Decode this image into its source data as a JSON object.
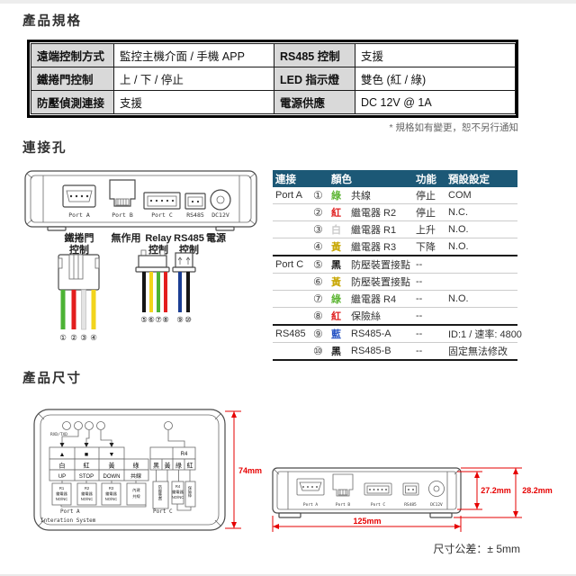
{
  "colors": {
    "table_header_bg": "#1C5876",
    "dimension_red": "#E60000",
    "wire": {
      "green": "#4CB335",
      "red": "#E31E1E",
      "white": "#E4E4E4",
      "yellow": "#F2D41C",
      "black": "#161616",
      "blue": "#1B3E93"
    }
  },
  "sections": {
    "specs": {
      "title": "產品規格",
      "note": "* 規格如有變更，恕不另行通知"
    },
    "connectors": {
      "title": "連接孔"
    },
    "dims": {
      "title": "產品尺寸",
      "tolerance": "尺寸公差：± 5mm"
    }
  },
  "spec_table": {
    "rows": [
      {
        "k1": "遠端控制方式",
        "v1": "監控主機介面 / 手機 APP",
        "k2": "RS485 控制",
        "v2": "支援"
      },
      {
        "k1": "鐵捲門控制",
        "v1": "上 / 下 / 停止",
        "k2": "LED 指示燈",
        "v2": "雙色 (紅 / 綠)"
      },
      {
        "k1": "防壓偵測連接",
        "v1": "支援",
        "k2": "電源供應",
        "v2": "DC 12V @ 1A"
      }
    ]
  },
  "back_panel": {
    "ports": [
      "Port A",
      "Port B",
      "Port C",
      "RS485",
      "DC12V"
    ],
    "functions": [
      {
        "l1": "鐵捲門",
        "l2": "控制"
      },
      {
        "l1": "無作用",
        "l2": ""
      },
      {
        "l1": "Relay",
        "l2": "控制"
      },
      {
        "l1": "RS485",
        "l2": "控制"
      },
      {
        "l1": "電源",
        "l2": ""
      }
    ],
    "connectors": {
      "a": [
        "①",
        "②",
        "③",
        "④"
      ],
      "b": [
        "⑤",
        "⑥",
        "⑦",
        "⑧"
      ],
      "c": [
        "⑨",
        "⑩"
      ]
    }
  },
  "conn_table": {
    "headers": {
      "conn": "連接",
      "color": "顏色",
      "func": "功能",
      "preset": "預設設定"
    },
    "rows": [
      {
        "group": "Port A",
        "num": "①",
        "color": "綠",
        "hex": "#5CB533",
        "name": "共線",
        "func": "停止",
        "preset": "COM"
      },
      {
        "group": "",
        "num": "②",
        "color": "紅",
        "hex": "#E02222",
        "name": "繼電器 R2",
        "func": "停止",
        "preset": "N.C."
      },
      {
        "group": "",
        "num": "③",
        "color": "白",
        "hex": "#C9C9C9",
        "name": "繼電器 R1",
        "func": "上升",
        "preset": "N.O."
      },
      {
        "group": "",
        "num": "④",
        "color": "黃",
        "hex": "#C7A600",
        "name": "繼電器 R3",
        "func": "下降",
        "preset": "N.O."
      },
      {
        "group": "Port C",
        "num": "⑤",
        "color": "黑",
        "hex": "#1A1A1A",
        "name": "防壓裝置接點",
        "func": "--",
        "preset": ""
      },
      {
        "group": "",
        "num": "⑥",
        "color": "黃",
        "hex": "#C7A600",
        "name": "防壓裝置接點",
        "func": "--",
        "preset": ""
      },
      {
        "group": "",
        "num": "⑦",
        "color": "綠",
        "hex": "#5CB533",
        "name": "繼電器 R4",
        "func": "--",
        "preset": "N.O."
      },
      {
        "group": "",
        "num": "⑧",
        "color": "紅",
        "hex": "#E02222",
        "name": "保險絲",
        "func": "--",
        "preset": ""
      },
      {
        "group": "RS485",
        "num": "⑨",
        "color": "藍",
        "hex": "#2855C5",
        "name": "RS485-A",
        "func": "--",
        "preset": "ID:1 / 速率: 4800"
      },
      {
        "group": "",
        "num": "⑩",
        "color": "黑",
        "hex": "#1A1A1A",
        "name": "RS485-B",
        "func": "--",
        "preset": "固定無法修改"
      }
    ]
  },
  "top_view": {
    "rxd": "RXD/TXD",
    "arrows": [
      "▲",
      "■",
      "▼"
    ],
    "colors_row": [
      "白",
      "紅",
      "黃",
      "綠"
    ],
    "action_row": [
      "UP",
      "STOP",
      "DOWN",
      "共線"
    ],
    "relay_boxes": [
      {
        "l1": "R1",
        "l2": "繼電器",
        "l3": "NO/NC"
      },
      {
        "l1": "R2",
        "l2": "繼電器",
        "l3": "NO/NC"
      },
      {
        "l1": "R3",
        "l2": "繼電器",
        "l3": "NO/NC"
      },
      {
        "l1": "內建",
        "l2": "共線",
        "l3": ""
      }
    ],
    "portc": {
      "r4": "R4",
      "colors": [
        "黑",
        "黃",
        "綠",
        "紅"
      ],
      "box_tall": "防壓裝置",
      "box_r4": {
        "l1": "R4",
        "l2": "繼電器",
        "l3": "NO/NC"
      },
      "box_fuse": "保險絲"
    },
    "port_a": "Port A",
    "port_c": "Port C",
    "brand": "Interation System",
    "dim_height": "74mm"
  },
  "side_view": {
    "dims": {
      "h_inner": "27.2mm",
      "h_outer": "28.2mm",
      "w": "125mm"
    }
  }
}
